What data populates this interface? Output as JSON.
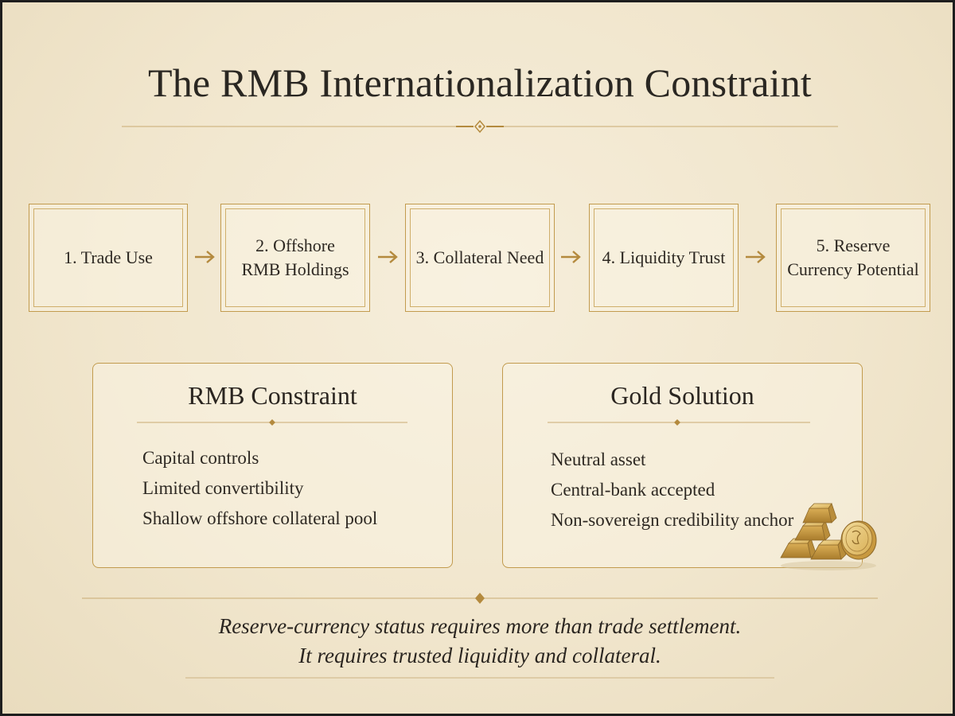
{
  "header": {
    "title": "The RMB Internationalization Constraint"
  },
  "flow": {
    "steps": [
      {
        "label": "1. Trade Use"
      },
      {
        "label": "2. Offshore\nRMB Holdings"
      },
      {
        "label": "3. Collateral Need"
      },
      {
        "label": "4. Liquidity Trust"
      },
      {
        "label": "5. Reserve\nCurrency Potential"
      }
    ],
    "arrow_icon": "arrow-right-icon"
  },
  "panels": {
    "constraint": {
      "title": "RMB Constraint",
      "items": [
        "Capital controls",
        "Limited convertibility",
        "Shallow offshore collateral pool"
      ]
    },
    "solution": {
      "title": "Gold Solution",
      "items": [
        "Neutral asset",
        "Central-bank accepted",
        "Non-sovereign credibility anchor"
      ],
      "illustration_icon": "gold-bars-icon"
    }
  },
  "footer": {
    "line1": "Reserve-currency status requires more than trade settlement.",
    "line2": "It requires trusted liquidity and collateral."
  },
  "colors": {
    "background": "#f1e6cd",
    "accent_gold": "#c29b4e",
    "text": "#2b2620"
  }
}
